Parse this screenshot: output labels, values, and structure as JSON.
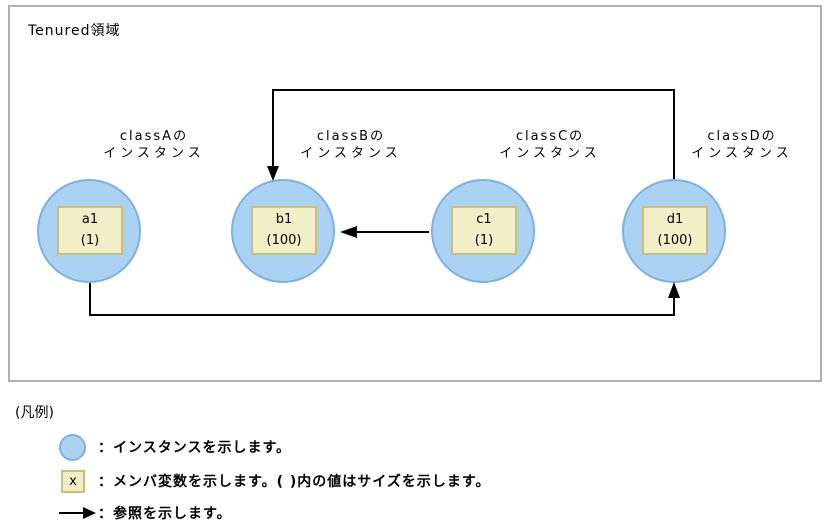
{
  "diagram": {
    "area_title": "Tenured領域",
    "instances": [
      {
        "id": "a1",
        "class_label_line1": "classAの",
        "class_label_line2": "インスタンス",
        "name": "a1",
        "size": "(1)"
      },
      {
        "id": "b1",
        "class_label_line1": "classBの",
        "class_label_line2": "インスタンス",
        "name": "b1",
        "size": "(100)"
      },
      {
        "id": "c1",
        "class_label_line1": "classCの",
        "class_label_line2": "インスタンス",
        "name": "c1",
        "size": "(1)"
      },
      {
        "id": "d1",
        "class_label_line1": "classDの",
        "class_label_line2": "インスタンス",
        "name": "d1",
        "size": "(100)"
      }
    ],
    "references": [
      {
        "from": "d1",
        "to": "b1"
      },
      {
        "from": "c1",
        "to": "b1"
      },
      {
        "from": "a1",
        "to": "d1"
      }
    ]
  },
  "legend": {
    "title": "(凡例)",
    "items": [
      {
        "swatch": "instance-circle",
        "text": "：インスタンスを示します。"
      },
      {
        "swatch": "member-variable-box",
        "swatch_label": "x",
        "text": "：メンバ変数を示します。( )内の値はサイズを示します。"
      },
      {
        "swatch": "reference-arrow",
        "text": "：参照を示します。"
      }
    ]
  },
  "colors": {
    "instance_fill": "#abd2f3",
    "instance_border": "#7db1e2",
    "member_box_fill": "#f2efc8",
    "member_box_border": "#c8bf7a",
    "outer_box_border": "#b0b0b0",
    "arrow": "#000000"
  }
}
